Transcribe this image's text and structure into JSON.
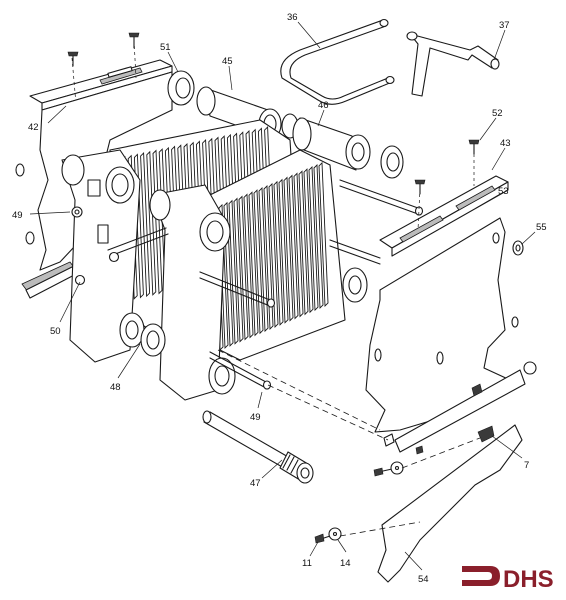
{
  "callouts": [
    {
      "id": "c36",
      "text": "36"
    },
    {
      "id": "c37",
      "text": "37"
    },
    {
      "id": "c51",
      "text": "51"
    },
    {
      "id": "c45",
      "text": "45"
    },
    {
      "id": "c46",
      "text": "46"
    },
    {
      "id": "c42",
      "text": "42"
    },
    {
      "id": "c52",
      "text": "52"
    },
    {
      "id": "c43",
      "text": "43"
    },
    {
      "id": "c53",
      "text": "53"
    },
    {
      "id": "c55",
      "text": "55"
    },
    {
      "id": "c49a",
      "text": "49"
    },
    {
      "id": "c50",
      "text": "50"
    },
    {
      "id": "c48",
      "text": "48"
    },
    {
      "id": "c49b",
      "text": "49"
    },
    {
      "id": "c7",
      "text": "7"
    },
    {
      "id": "c47",
      "text": "47"
    },
    {
      "id": "c11",
      "text": "11"
    },
    {
      "id": "c14",
      "text": "14"
    },
    {
      "id": "c54",
      "text": "54"
    }
  ],
  "logo": {
    "text": "DHS",
    "color": "#8a1f2b"
  },
  "colors": {
    "line": "#1a1a1a",
    "shade": "#bcbcbc"
  }
}
